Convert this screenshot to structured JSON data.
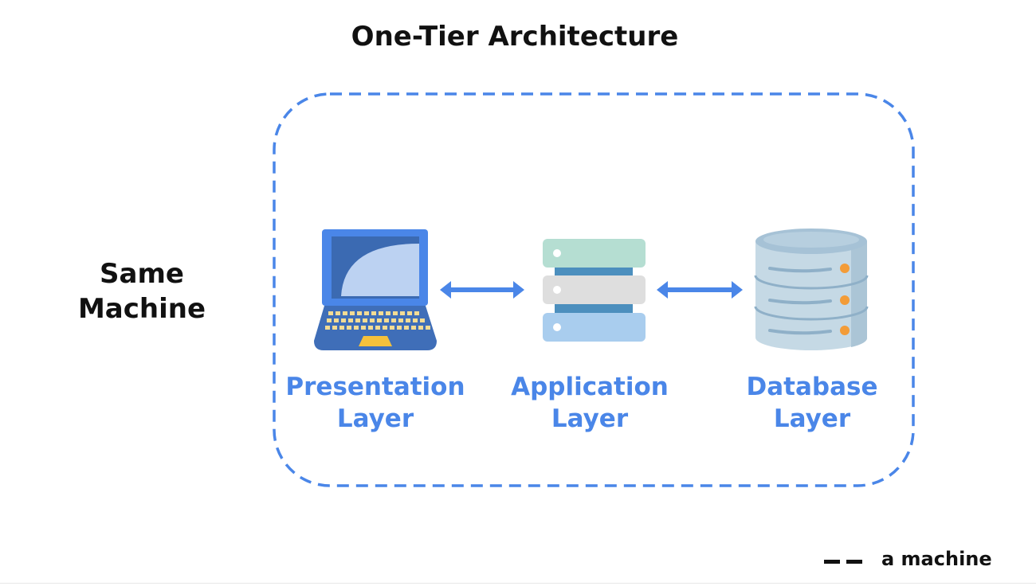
{
  "title": "One-Tier Architecture",
  "side_label": {
    "line1": "Same",
    "line2": "Machine"
  },
  "layers": [
    {
      "line1": "Presentation",
      "line2": "Layer",
      "icon": "laptop-icon"
    },
    {
      "line1": "Application",
      "line2": "Layer",
      "icon": "server-icon"
    },
    {
      "line1": "Database",
      "line2": "Layer",
      "icon": "database-icon"
    }
  ],
  "legend": {
    "text": "a machine"
  },
  "colors": {
    "accent": "#4a86e8",
    "text": "#111111",
    "server_top": "#b5ded2",
    "server_mid": "#dedede",
    "server_bottom": "#a9cdee",
    "db_body": "#c5d9e5",
    "db_dot": "#f39c38"
  }
}
